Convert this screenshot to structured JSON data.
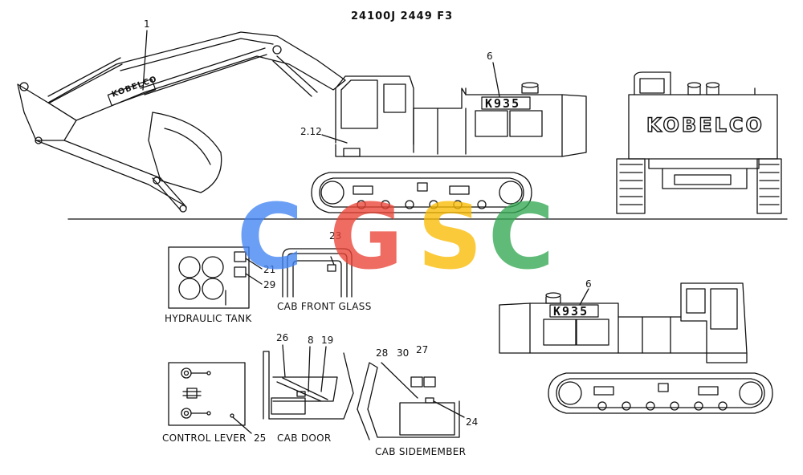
{
  "header": {
    "part_number": "24100J 2449 F3"
  },
  "machine": {
    "side_brand": "KOBELCO",
    "model_badge_side": "K935",
    "model_badge_right": "K935",
    "rear_brand": "KOBELCO"
  },
  "callouts": {
    "c1": "1",
    "c2_12": "2.12",
    "c6_top": "6",
    "c6_right": "6",
    "c21": "21",
    "c23": "23",
    "c29": "29",
    "c26": "26",
    "c8": "8",
    "c19": "19",
    "c28": "28",
    "c30": "30",
    "c27": "27",
    "c24": "24",
    "c25": "25"
  },
  "captions": {
    "hydraulic_tank": "HYDRAULIC TANK",
    "cab_front_glass": "CAB FRONT GLASS",
    "control_lever": "CONTROL LEVER",
    "cab_door": "CAB DOOR",
    "cab_sidemember": "CAB SIDEMEMBER"
  },
  "watermark": {
    "letters": [
      "C",
      "G",
      "S",
      "C"
    ],
    "colors": [
      "#4285f4",
      "#ea4335",
      "#fbbc05",
      "#34a853"
    ]
  }
}
